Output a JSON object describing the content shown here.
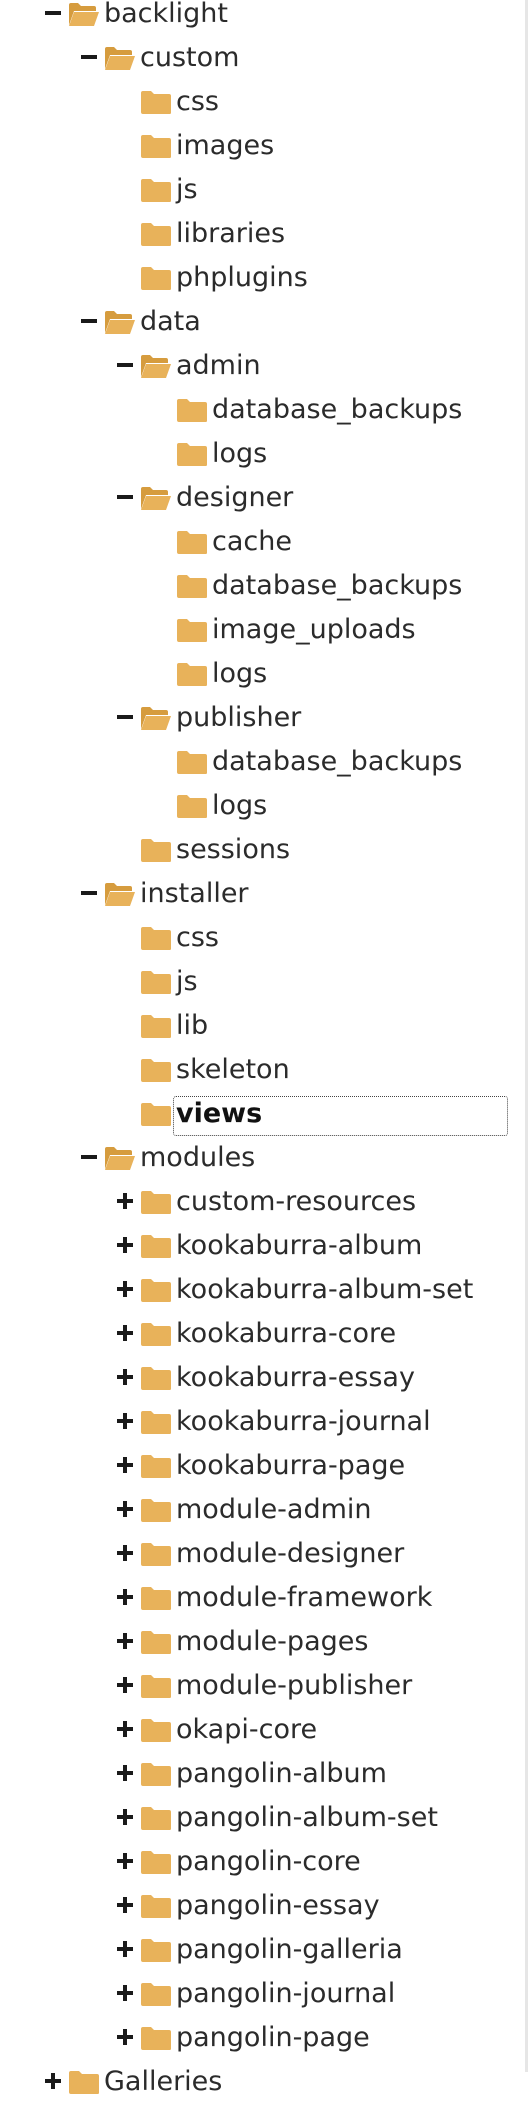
{
  "colors": {
    "folder": "#e8b25a",
    "folder_dark": "#d69c3e",
    "text": "#2b2b2b",
    "toggle": "#1a1a1a"
  },
  "icons": {
    "collapse": "minus-icon",
    "expand": "plus-icon",
    "open_folder": "folder-open-icon",
    "closed_folder": "folder-icon"
  },
  "tree": [
    {
      "label": "backlight",
      "level": 0,
      "toggle": "collapse",
      "open": true
    },
    {
      "label": "custom",
      "level": 1,
      "toggle": "collapse",
      "open": true
    },
    {
      "label": "css",
      "level": 2
    },
    {
      "label": "images",
      "level": 2
    },
    {
      "label": "js",
      "level": 2
    },
    {
      "label": "libraries",
      "level": 2
    },
    {
      "label": "phplugins",
      "level": 2
    },
    {
      "label": "data",
      "level": 1,
      "toggle": "collapse",
      "open": true
    },
    {
      "label": "admin",
      "level": 2,
      "toggle": "collapse",
      "open": true
    },
    {
      "label": "database_backups",
      "level": 3
    },
    {
      "label": "logs",
      "level": 3
    },
    {
      "label": "designer",
      "level": 2,
      "toggle": "collapse",
      "open": true
    },
    {
      "label": "cache",
      "level": 3
    },
    {
      "label": "database_backups",
      "level": 3
    },
    {
      "label": "image_uploads",
      "level": 3
    },
    {
      "label": "logs",
      "level": 3
    },
    {
      "label": "publisher",
      "level": 2,
      "toggle": "collapse",
      "open": true
    },
    {
      "label": "database_backups",
      "level": 3
    },
    {
      "label": "logs",
      "level": 3
    },
    {
      "label": "sessions",
      "level": 2
    },
    {
      "label": "installer",
      "level": 1,
      "toggle": "collapse",
      "open": true
    },
    {
      "label": "css",
      "level": 2
    },
    {
      "label": "js",
      "level": 2
    },
    {
      "label": "lib",
      "level": 2
    },
    {
      "label": "skeleton",
      "level": 2
    },
    {
      "label": "views",
      "level": 2,
      "selected": true
    },
    {
      "label": "modules",
      "level": 1,
      "toggle": "collapse",
      "open": true
    },
    {
      "label": "custom-resources",
      "level": 2,
      "toggle": "expand"
    },
    {
      "label": "kookaburra-album",
      "level": 2,
      "toggle": "expand"
    },
    {
      "label": "kookaburra-album-set",
      "level": 2,
      "toggle": "expand"
    },
    {
      "label": "kookaburra-core",
      "level": 2,
      "toggle": "expand"
    },
    {
      "label": "kookaburra-essay",
      "level": 2,
      "toggle": "expand"
    },
    {
      "label": "kookaburra-journal",
      "level": 2,
      "toggle": "expand"
    },
    {
      "label": "kookaburra-page",
      "level": 2,
      "toggle": "expand"
    },
    {
      "label": "module-admin",
      "level": 2,
      "toggle": "expand"
    },
    {
      "label": "module-designer",
      "level": 2,
      "toggle": "expand"
    },
    {
      "label": "module-framework",
      "level": 2,
      "toggle": "expand"
    },
    {
      "label": "module-pages",
      "level": 2,
      "toggle": "expand"
    },
    {
      "label": "module-publisher",
      "level": 2,
      "toggle": "expand"
    },
    {
      "label": "okapi-core",
      "level": 2,
      "toggle": "expand"
    },
    {
      "label": "pangolin-album",
      "level": 2,
      "toggle": "expand"
    },
    {
      "label": "pangolin-album-set",
      "level": 2,
      "toggle": "expand"
    },
    {
      "label": "pangolin-core",
      "level": 2,
      "toggle": "expand"
    },
    {
      "label": "pangolin-essay",
      "level": 2,
      "toggle": "expand"
    },
    {
      "label": "pangolin-galleria",
      "level": 2,
      "toggle": "expand"
    },
    {
      "label": "pangolin-journal",
      "level": 2,
      "toggle": "expand"
    },
    {
      "label": "pangolin-page",
      "level": 2,
      "toggle": "expand"
    },
    {
      "label": "Galleries",
      "level": 0,
      "toggle": "expand"
    }
  ]
}
